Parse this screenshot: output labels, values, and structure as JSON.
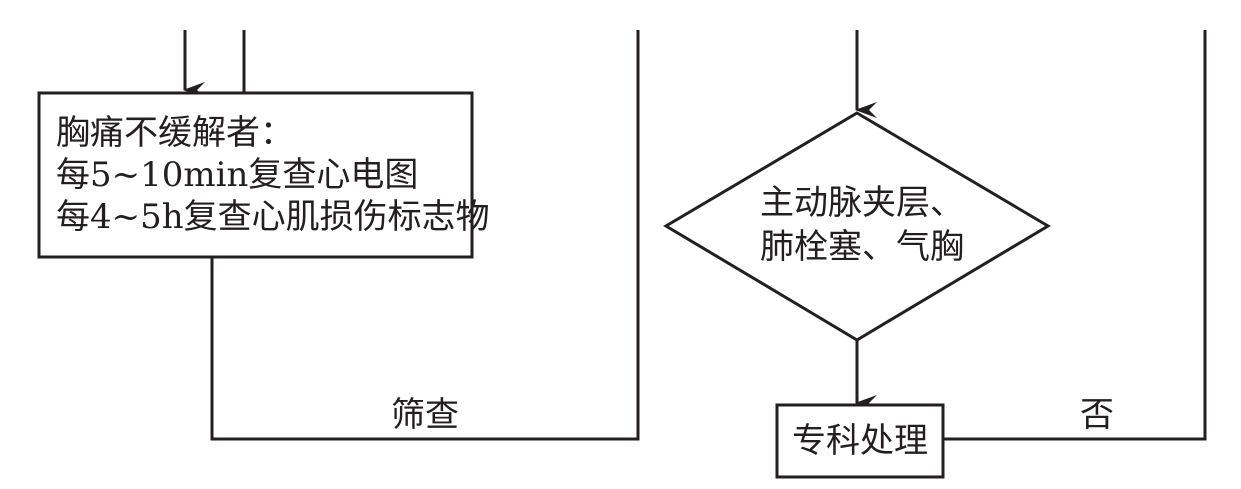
{
  "diagram": {
    "left_box": {
      "lines": [
        "胸痛不缓解者：",
        "每5~10min复查心电图",
        "每4~5h复查心肌损伤标志物"
      ]
    },
    "decision": {
      "lines": [
        "主动脉夹层、",
        "肺栓塞、气胸"
      ]
    },
    "action_box": {
      "label": "专科处理"
    },
    "edge_labels": {
      "screening": "筛查",
      "no": "否"
    },
    "colors": {
      "stroke": "#231f20",
      "background": "#ffffff",
      "text": "#231f20"
    }
  }
}
